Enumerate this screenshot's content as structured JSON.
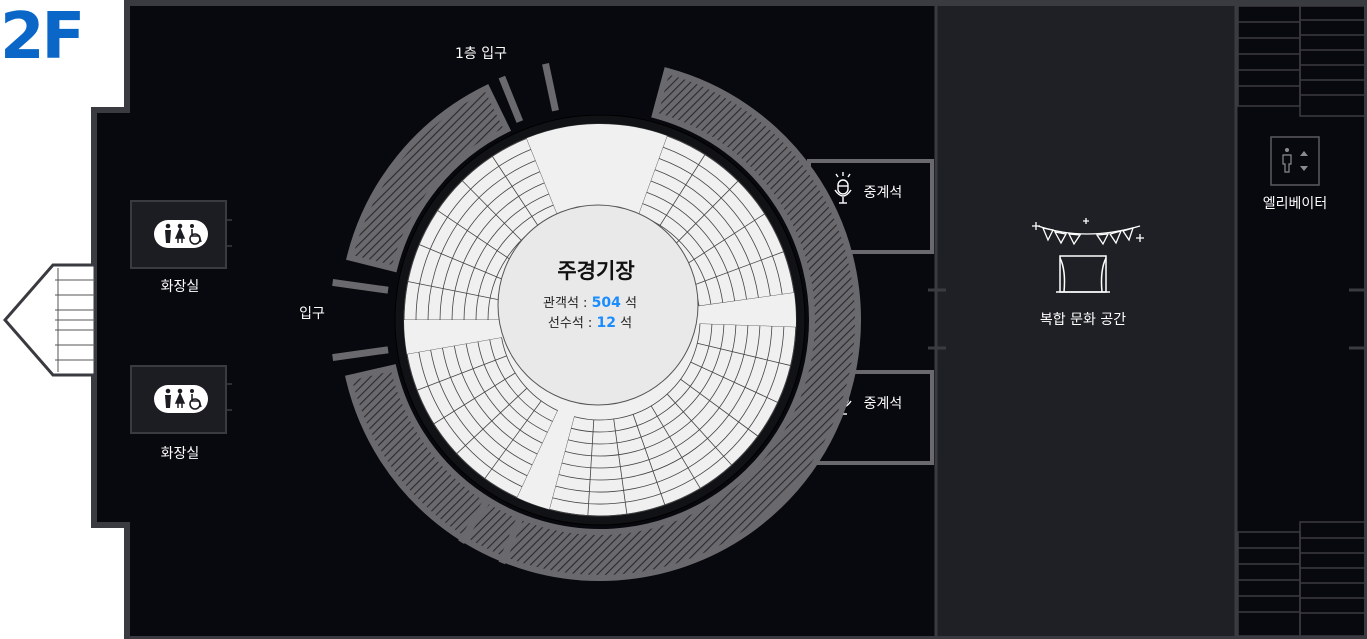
{
  "floor": "2F",
  "arena": {
    "name": "주경기장",
    "spectator_label": "관객석 :",
    "spectator_count": "504",
    "player_label": "선수석 :",
    "player_count": "12",
    "seat_unit": "석"
  },
  "labels": {
    "entrance_first_floor": "1층 입구",
    "entrance": "입구",
    "restroom_top": "화장실",
    "restroom_bottom": "화장실",
    "broadcast_top": "중계석",
    "broadcast_bottom": "중계석",
    "culture_space": "복합 문화 공간",
    "elevator": "엘리베이터"
  },
  "colors": {
    "floor_label": "#0a67c7",
    "count_highlight": "#1a8cff",
    "background": "#08090e",
    "culture_space": "#1f2025",
    "wall": "#3a3b40"
  },
  "icons": [
    "restroom-icon",
    "microphone-icon",
    "garland-icon",
    "stage-icon",
    "elevator-icon"
  ]
}
